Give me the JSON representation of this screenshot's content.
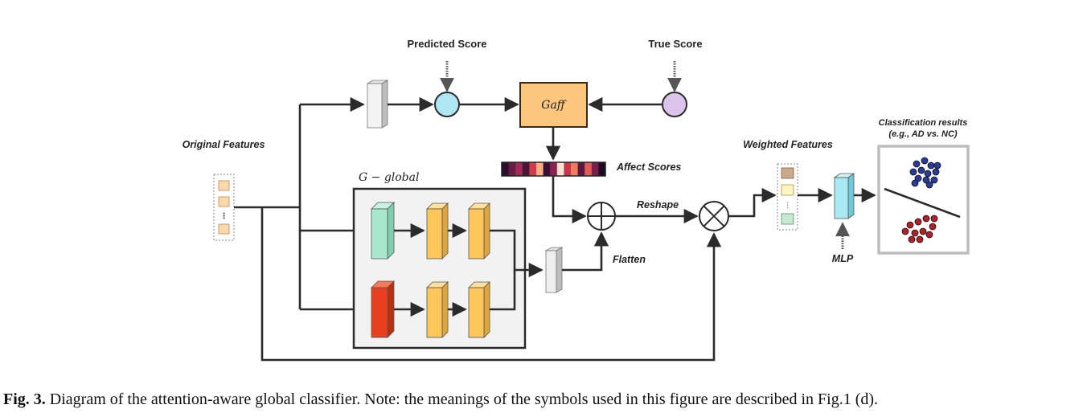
{
  "labels": {
    "predicted_score": "Predicted Score",
    "true_score": "True Score",
    "gaff": "Gaff",
    "original_features": "Original Features",
    "affect_scores": "Affect Scores",
    "g_global": "G − global",
    "reshape": "Reshape",
    "flatten": "Flatten",
    "weighted_features": "Weighted Features",
    "mlp": "MLP",
    "classification_title_line1": "Classification results",
    "classification_title_line2": "(e.g., AD vs. NC)"
  },
  "caption": {
    "prefix": "Fig. 3.",
    "text": " Diagram of the attention-aware global classifier. Note: the meanings of the symbols used in this figure are described in Fig.1 (d)."
  },
  "colors": {
    "arrow": "#2b2b2b",
    "feature_cell": "#fbd9a8",
    "predicted_circle": "#aee6f3",
    "true_circle": "#dcc3ec",
    "gaff_box": "#fcc77c",
    "green_block": "#a8e8cf",
    "red_block": "#e8401e",
    "yellow_block": "#fcc65a",
    "gray_block": "#eeeeee",
    "mlp_block": "#a9e9f3",
    "weighted_cell_1": "#c9a98e",
    "weighted_cell_2": "#fdf4c0",
    "weighted_cell_3": "#c7e8d3",
    "cluster_blue": "#2a3b9a",
    "cluster_red": "#b3202a"
  },
  "affect_scores_strip": [
    "#2c0f2e",
    "#6a1c44",
    "#a32a52",
    "#4a1436",
    "#d23c48",
    "#f7b07e",
    "#3a0f33",
    "#8c244f",
    "#fde3cf",
    "#c9344c",
    "#f07a5e",
    "#5a1840",
    "#e55a52",
    "#7a1f47",
    "#1f0a24"
  ]
}
